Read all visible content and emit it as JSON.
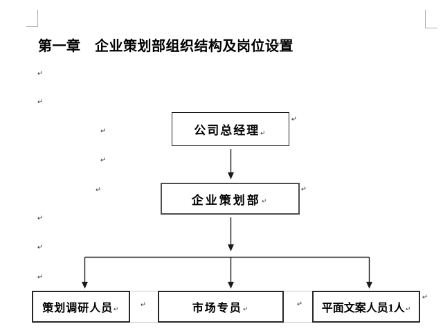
{
  "document": {
    "title": "第一章　企业策划部组织结构及岗位设置",
    "pilcrow": "↵"
  },
  "org_chart": {
    "type": "org-chart-diagram",
    "nodes": [
      {
        "label": "公司总经理",
        "level": 1
      },
      {
        "label": "企业策划部",
        "level": 2
      },
      {
        "label": "策划调研人员",
        "level": 3
      },
      {
        "label": "市场专员",
        "level": 3
      },
      {
        "label": "平面文案人员1人",
        "level": 3
      }
    ],
    "edges": [
      [
        "公司总经理",
        "企业策划部"
      ],
      [
        "企业策划部",
        "策划调研人员"
      ],
      [
        "企业策划部",
        "市场专员"
      ],
      [
        "企业策划部",
        "平面文案人员1人"
      ]
    ]
  },
  "colors": {
    "background": "#ffffff",
    "line": "#1a1a1a",
    "box_border": "#262626",
    "paragraph_mark": "#3c3c3c",
    "text_boundary_mark": "#aaaaaa",
    "table_gridline": "#c9c9c9"
  }
}
